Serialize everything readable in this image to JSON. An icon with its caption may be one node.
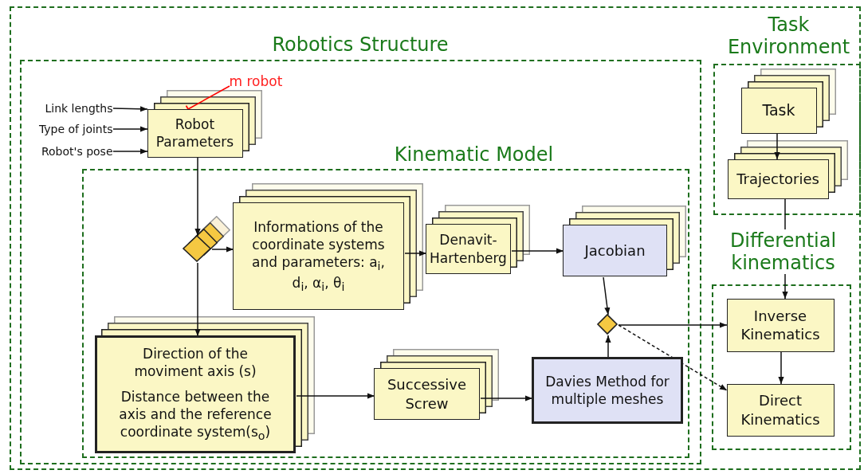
{
  "diagram": {
    "nodes": [
      {
        "text": [
          "Robotics Structure"
        ]
      },
      {
        "text": [
          "m robot"
        ],
        "in": 0
      },
      {
        "text": [
          "Link lengths"
        ],
        "in": 0
      },
      {
        "text": [
          "Type of joints"
        ],
        "in": 0
      },
      {
        "text": [
          "Robot's pose"
        ],
        "in": 0
      },
      {
        "text": [
          "Robot Parameters"
        ],
        "in": 0
      },
      {
        "text": [
          "Kinematic Model"
        ],
        "in": 0
      },
      {
        "text": [],
        "shape": "diamond",
        "in": 6
      },
      {
        "text": [
          "Informations of the coordinate systems and parameters: a$_{i}$, d$_{i}$, α$_{i}$, θ$_{i}$"
        ],
        "in": 6
      },
      {
        "text": [
          "Denavit-Hartenberg"
        ],
        "in": 6
      },
      {
        "text": [
          "Jacobian"
        ],
        "in": 6
      },
      {
        "text": [],
        "shape": "diamond",
        "in": 6
      },
      {
        "text": [
          "Direction of the moviment axis (s)",
          "Distance between the axis and the reference coordinate system(s$_{o}$)"
        ],
        "in": 6
      },
      {
        "text": [
          "Successive Screw"
        ],
        "in": 6
      },
      {
        "text": [
          "Davies Method for multiple meshes"
        ],
        "in": 6
      },
      {
        "text": [
          "Task Environment"
        ]
      },
      {
        "text": [
          "Task"
        ],
        "in": 15
      },
      {
        "text": [
          "Trajectories"
        ],
        "in": 15
      },
      {
        "text": [
          "Differential kinematics"
        ]
      },
      {
        "text": [
          "Inverse Kinematics"
        ],
        "in": 18
      },
      {
        "text": [
          "Direct Kinematics"
        ],
        "in": 18
      }
    ],
    "edges": [
      {
        "from": 1,
        "to": 5,
        "arrow": "other",
        "color": "#ff0000"
      },
      {
        "from": 2,
        "to": 5,
        "arrow": "to"
      },
      {
        "from": 3,
        "to": 5,
        "arrow": "to"
      },
      {
        "from": 4,
        "to": 5,
        "arrow": "to"
      },
      {
        "from": 5,
        "to": 7,
        "arrow": "to"
      },
      {
        "from": 7,
        "to": 8,
        "arrow": "to"
      },
      {
        "from": 7,
        "to": 12,
        "arrow": "to"
      },
      {
        "from": 8,
        "to": 9,
        "arrow": "to"
      },
      {
        "from": 9,
        "to": 10,
        "arrow": "to"
      },
      {
        "from": 10,
        "to": 11,
        "arrow": "to"
      },
      {
        "from": 12,
        "to": 13,
        "arrow": "to"
      },
      {
        "from": 13,
        "to": 14,
        "arrow": "to"
      },
      {
        "from": 14,
        "to": 11,
        "arrow": "to"
      },
      {
        "from": 11,
        "to": 19,
        "arrow": "to"
      },
      {
        "from": 11,
        "to": 20,
        "arrow": "to",
        "style": "dashed"
      },
      {
        "from": 16,
        "to": 17,
        "arrow": "to"
      },
      {
        "from": 17,
        "to": 19,
        "arrow": "to"
      },
      {
        "from": 19,
        "to": 20,
        "arrow": "to"
      }
    ]
  }
}
